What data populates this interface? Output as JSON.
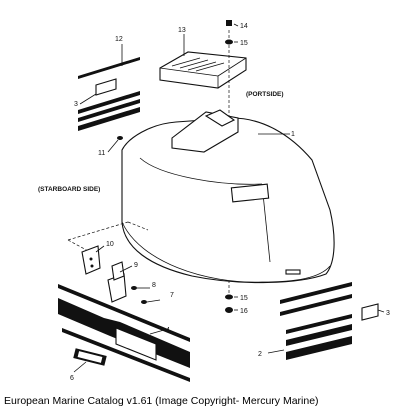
{
  "callouts": {
    "c1": "1",
    "c2": "2",
    "c3a": "3",
    "c3b": "3",
    "c4": "4",
    "c6": "6",
    "c7": "7",
    "c8": "8",
    "c9": "9",
    "c10": "10",
    "c11": "11",
    "c12": "12",
    "c13": "13",
    "c14": "14",
    "c15a": "15",
    "c15b": "15",
    "c16": "16"
  },
  "side_labels": {
    "portside": "(PORTSIDE)",
    "starboard": "(STARBOARD SIDE)"
  },
  "caption": "European Marine Catalog v1.61 (Image Copyright- Mercury Marine)"
}
